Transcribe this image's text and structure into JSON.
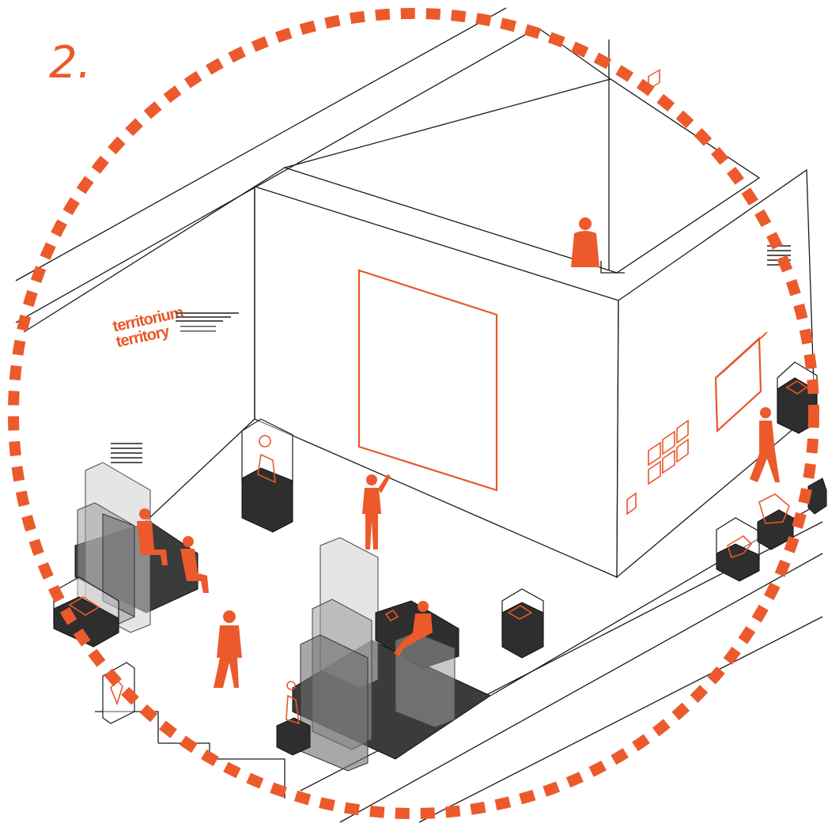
{
  "figure": {
    "number_label": "2.",
    "wall_title_line1": "territorium",
    "wall_title_line2": "territory"
  },
  "colors": {
    "accent": "#ec5a2c",
    "line": "#1a1a1a",
    "display_dark": "#2e2e2e",
    "background": "#ffffff"
  },
  "icons": [
    "person-silhouette-icon",
    "display-vitrine-icon",
    "artwork-frame-icon"
  ]
}
